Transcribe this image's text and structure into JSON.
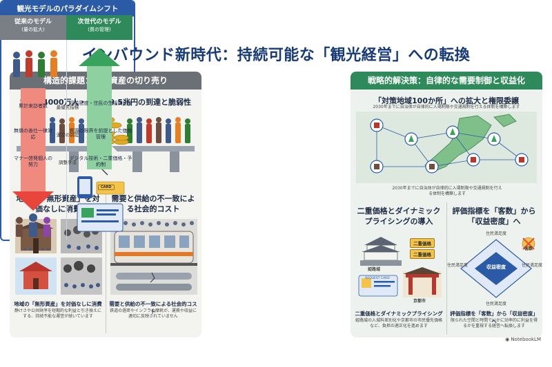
{
  "title": "インバウンド新時代：持続可能な「観光経営」への転換",
  "left": {
    "heading": "構造的課題：無形資産の切り売り",
    "top_title": "訪日客4000万人・消費額9.5兆円の到達と脆弱性",
    "sub1_title": "地域の「無形資産」を対価なしに消費",
    "sub1_caption_title": "地域の「無形資産」を対価なしに消費",
    "sub1_caption_body": "静けさや公共財序を短期的な利益と引き換えにする、持続不能な運営が続いています",
    "sub2_title": "需要と供給の不一致による社会的コスト",
    "sub2_caption_title": "需要と供給の不一致による社会的コスト",
    "sub2_caption_body": "鉄道の過密やインフラの摩耗が、運費や収益に適切に反映されていません"
  },
  "mid": {
    "heading": "観光モデルのパラダイムシフト",
    "old_title": "従来のモデル",
    "old_sub": "(量の拡大)",
    "new_title": "次世代のモデル",
    "new_sub": "(質の管理)",
    "rows": [
      {
        "old": "累計来訪者数",
        "center": "最優先指標",
        "new": "収益密度・住民の生活満足度"
      },
      {
        "old": "無償の善仕一律対応",
        "center": "運営の前提",
        "new": "資源の限界を前提とした価格管理"
      },
      {
        "old": "マナー啓発個人の努力",
        "center": "調整手法",
        "new": "デジタル技術・二重価格・予約制"
      }
    ],
    "card_label": "CARD"
  },
  "right": {
    "heading": "戦略的解決策：自律的な需要制御と収益化",
    "top_title": "「対策地域100か所」への拡大と権限委譲",
    "top_sub": "2030年までに自治体が自律的に入場制限や交通規制を行える体制を構築します",
    "map_caption": "2030年までに自治体が自律的に入場制限や交通規制を行える体制を構築します",
    "sub1_title": "二重価格とダイナミックプライシングの導入",
    "chip1": "二重価格",
    "chip2": "二重価格",
    "castle_label": "姫路城",
    "kyoto_label": "京都市",
    "request_card": "REQUEST CARD",
    "sub1_caption_title": "二重価格とダイナミックプライシング",
    "sub1_caption_body": "姫路城の入城料差別化や京都市の市民優先価格など、負担の適正化を進めます",
    "sub2_title": "評価指標を「客数」から「収益密度」へ",
    "diamond_top": "住民満足度",
    "diamond_left": "住民満足度",
    "diamond_right": "住民満足度",
    "diamond_bottom": "住民満足度",
    "diamond_center": "収益密度",
    "crossed": "客数",
    "sub2_caption_title": "評価指標を「客数」から「収益密度」へ",
    "sub2_caption_body": "限られた空間と時間でいかに効率的に利益を得るかを重視する経営へ転換します"
  },
  "logo": "NotebookLM",
  "colors": {
    "title": "#163a78",
    "gray_head": "#6b7077",
    "green_head": "#2e8a5a",
    "blue_head": "#2b5aa6",
    "gold": "#e0a926",
    "arrow_red": "#e8463a",
    "arrow_green": "#38a35c"
  }
}
